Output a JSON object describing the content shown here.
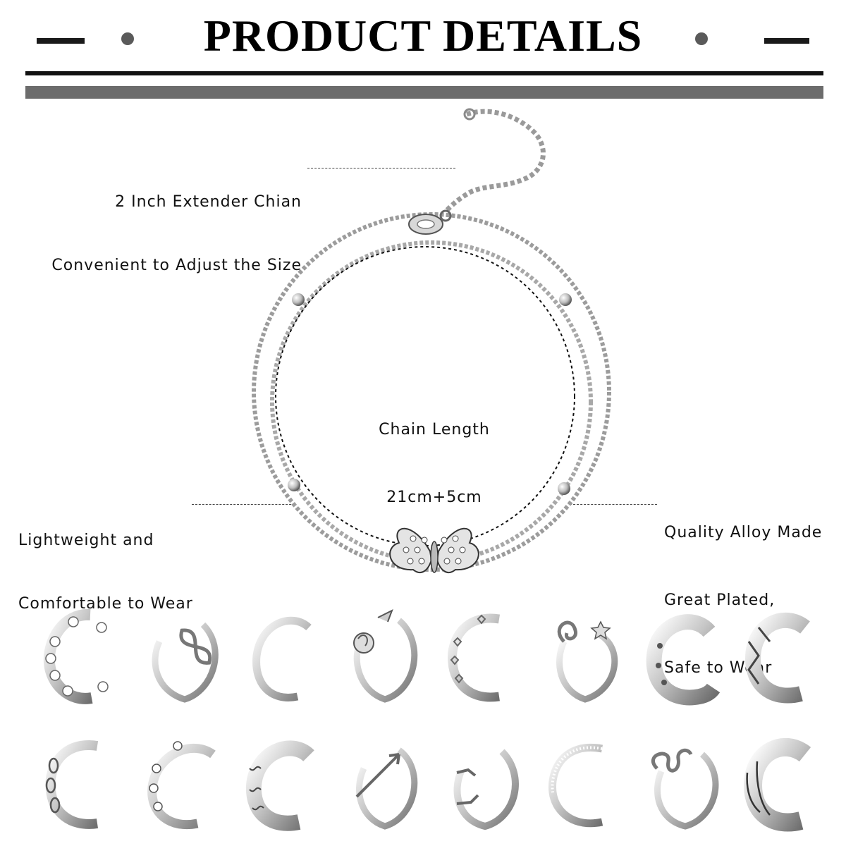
{
  "header": {
    "title": "PRODUCT DETAILS"
  },
  "callouts": {
    "extender": [
      "2 Inch Extender Chian",
      "Convenient to Adjust the Size"
    ],
    "length": [
      "Chain Length",
      "21cm+5cm"
    ],
    "comfort": [
      "Lightweight and",
      "Comfortable to Wear"
    ],
    "quality": [
      "Quality Alloy Made",
      "Great Plated,",
      "Safe to Wear"
    ]
  },
  "colors": {
    "header_rule_dark": "#111111",
    "header_rule_gray": "#6c6c6c",
    "metal": "#b8b8b8"
  },
  "rings": {
    "row1": [
      "daisy-ring",
      "infinity-ring",
      "plain-band-ring",
      "rose-arrow-ring",
      "heart-chain-ring",
      "swirl-star-ring",
      "paw-print-ring",
      "lattice-ring"
    ],
    "row2": [
      "link-chain-ring",
      "flower-chain-ring",
      "filigree-ring",
      "arrow-ring",
      "hug-hands-ring",
      "crystal-band-ring",
      "snake-ring",
      "triple-band-ring"
    ]
  }
}
